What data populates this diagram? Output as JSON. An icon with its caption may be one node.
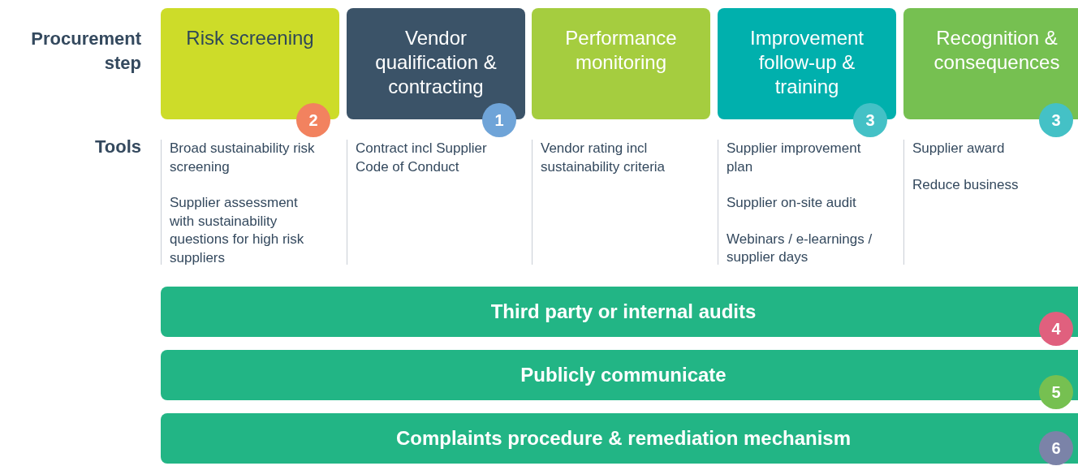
{
  "diagram": {
    "nodes": [
      {
        "text": [
          "Risk screening"
        ],
        "beside": [
          "2"
        ]
      },
      {
        "text": [
          "Vendor qualification & contracting"
        ],
        "beside": [
          "1"
        ]
      },
      {
        "text": [
          "Performance monitoring"
        ]
      },
      {
        "text": [
          "Improvement follow-up & training"
        ],
        "beside": [
          "3"
        ]
      },
      {
        "text": [
          "Recognition & consequences"
        ],
        "beside": [
          "3"
        ]
      },
      {
        "text": [
          "Third party or internal audits",
          "4"
        ]
      },
      {
        "text": [
          "Publicly communicate",
          "5"
        ]
      },
      {
        "text": [
          "Complaints procedure & remediation mechanism",
          "6"
        ]
      }
    ],
    "edges": [],
    "labels": [
      "Procurement step",
      "Tools",
      "Broad sustainability risk screening",
      "Supplier assessment with sustainability questions for high risk suppliers",
      "Contract incl Supplier Code of Conduct",
      "Vendor rating incl sustainability criteria",
      "Supplier improvement plan",
      "Supplier on-site audit",
      "Webinars / e-learnings / supplier days",
      "Supplier award",
      "Reduce business"
    ]
  }
}
